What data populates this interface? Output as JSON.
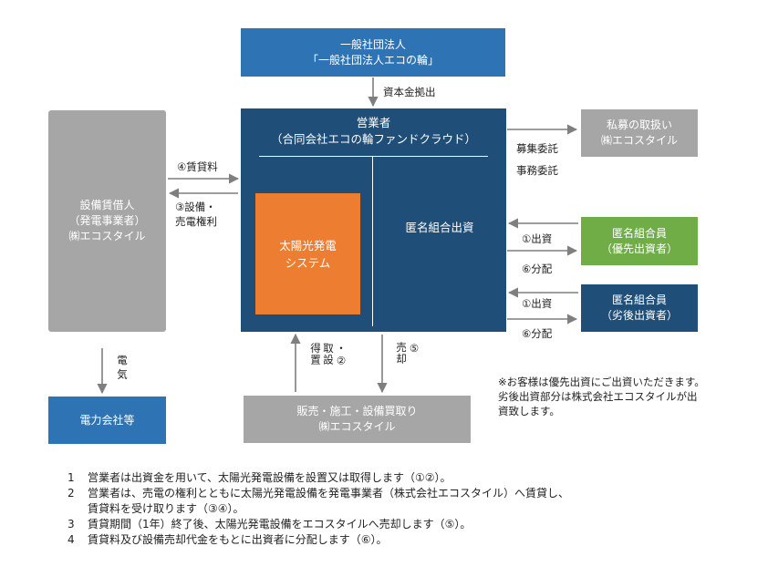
{
  "colors": {
    "blue": "#2e74b5",
    "navy": "#1f4e79",
    "gray": "#a6a6a6",
    "green": "#70ad47",
    "orange": "#ed7d31",
    "arrow": "#7f7f7f"
  },
  "boxes": {
    "association": {
      "line1": "一般社団法人",
      "line2": "「一般社団法人エコの輪」"
    },
    "operator": {
      "line1": "営業者",
      "line2": "（合同会社エコの輪ファンドクラウド）"
    },
    "solar": {
      "line1": "太陽光発電",
      "line2": "システム"
    },
    "anonymous_investment": "匿名組合出資",
    "lessee": {
      "line1": "設備賃借人",
      "line2": "（発電事業者）",
      "line3": "㈱エコスタイル"
    },
    "private_placement": {
      "line1": "私募の取扱い",
      "line2": "㈱エコスタイル"
    },
    "senior_investor": {
      "line1": "匿名組合員",
      "line2": "（優先出資者）"
    },
    "junior_investor": {
      "line1": "匿名組合員",
      "line2": "（劣後出資者）"
    },
    "power_company": "電力会社等",
    "contractor": {
      "line1": "販売・施工・設備買取り",
      "line2": "㈱エコスタイル"
    }
  },
  "labels": {
    "capital": "資本金拠出",
    "rent": "④賃貸料",
    "equipment_line1": "③設備・",
    "equipment_line2": "売電権利",
    "recruit": "募集委託",
    "office": "事務委託",
    "invest_senior": "①出資",
    "distribute_senior": "⑥分配",
    "invest_junior": "①出資",
    "distribute_junior": "⑥分配",
    "electricity": "電気",
    "acquire_col1": "・②",
    "acquire_col2": "取設",
    "acquire_col3": "得置",
    "sale_col1": "⑤",
    "sale_col2": "売却"
  },
  "note": {
    "line1": "※お客様は優先出資にご出資いただきます。",
    "line2": "劣後出資部分は株式会社エコスタイルが出",
    "line3": "資致します。"
  },
  "steps": [
    {
      "num": "1",
      "lines": [
        "営業者は出資金を用いて、太陽光発電設備を設置又は取得します（①②）。"
      ]
    },
    {
      "num": "2",
      "lines": [
        "営業者は、売電の権利とともに太陽光発電設備を発電事業者（株式会社エコスタイル）へ賃貸し、",
        "賃貸料を受け取ります（③④）。"
      ]
    },
    {
      "num": "3",
      "lines": [
        "賃貸期間（1年）終了後、太陽光発電設備をエコスタイルへ売却します（⑤）。"
      ]
    },
    {
      "num": "4",
      "lines": [
        "賃貸料及び設備売却代金をもとに出資者に分配します（⑥）。"
      ]
    }
  ]
}
